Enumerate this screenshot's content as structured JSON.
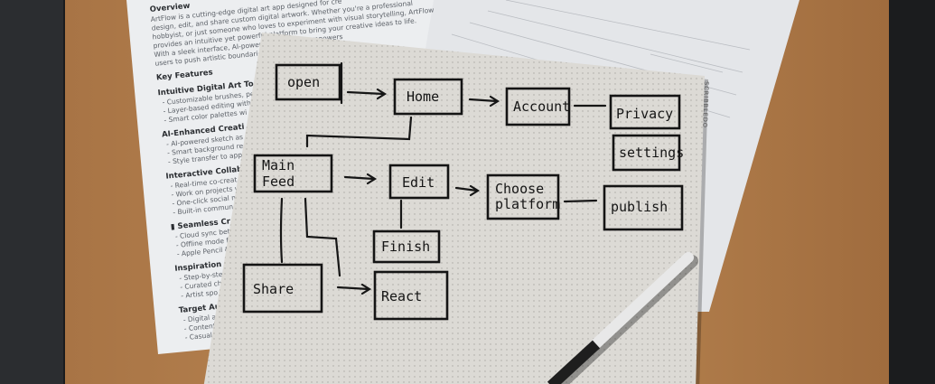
{
  "document": {
    "lines": [
      {
        "text": "Overview",
        "style": "h"
      },
      {
        "text": "ArtFlow is a cutting-edge digital art app designed for cre",
        "style": "p"
      },
      {
        "text": "design, edit, and share custom digital artwork. Whether you're a professional",
        "style": "p"
      },
      {
        "text": "hobbyist, or just someone who loves to experiment with visual storytelling, ArtFlow",
        "style": "p"
      },
      {
        "text": "provides an intuitive yet powerful platform to bring your creative ideas to life.",
        "style": "p"
      },
      {
        "text": "With a sleek interface, AI-powere                              ce, ArtFlow empowers",
        "style": "p"
      },
      {
        "text": "users to push artistic boundarie",
        "style": "p"
      },
      {
        "text": "Key Features",
        "style": "h"
      },
      {
        "text": "Intuitive Digital Art To",
        "style": "h"
      },
      {
        "text": "-  Customizable brushes, pe",
        "style": "p"
      },
      {
        "text": "-  Layer-based editing with",
        "style": "p"
      },
      {
        "text": "-  Smart color palettes wi",
        "style": "p"
      },
      {
        "text": "AI-Enhanced Creati",
        "style": "h"
      },
      {
        "text": "-  AI-powered sketch as",
        "style": "p"
      },
      {
        "text": "-  Smart background re",
        "style": "p"
      },
      {
        "text": "-  Style transfer to app",
        "style": "p"
      },
      {
        "text": "Interactive Collab",
        "style": "h"
      },
      {
        "text": "-  Real-time co-creat",
        "style": "p"
      },
      {
        "text": "-  Work on projects w",
        "style": "p"
      },
      {
        "text": "-  One-click social m",
        "style": "p"
      },
      {
        "text": "-  Built-in commun",
        "style": "p"
      },
      {
        "text": "▮ Seamless Cr",
        "style": "h"
      },
      {
        "text": "-  Cloud sync betw",
        "style": "p"
      },
      {
        "text": "-  Offline mode f",
        "style": "p"
      },
      {
        "text": "-  Apple Pencil &",
        "style": "p"
      },
      {
        "text": "Inspiration",
        "style": "h"
      },
      {
        "text": "-  Step-by-ste",
        "style": "p"
      },
      {
        "text": "-  Curated ch",
        "style": "p"
      },
      {
        "text": "-  Artist spo",
        "style": "p"
      },
      {
        "text": "Target Au",
        "style": "h"
      },
      {
        "text": "-  Digital a",
        "style": "p"
      },
      {
        "text": "-  Content",
        "style": "p"
      },
      {
        "text": "-  Casual",
        "style": "p"
      }
    ]
  },
  "notebook": {
    "brand": "SCRIBBLEDO",
    "flowchart": {
      "open": "open",
      "home": "Home",
      "account": "Account",
      "privacy": "Privacy",
      "settings": "settings",
      "main_feed_1": "Main",
      "main_feed_2": "Feed",
      "edit": "Edit",
      "choose_1": "Choose",
      "choose_2": "platform",
      "publish": "publish",
      "finish": "Finish",
      "share": "Share",
      "react": "React"
    }
  },
  "colors": {
    "wood": "#b4804c",
    "paper": "#e9eaec",
    "notebook": "#dcdad5",
    "ink": "#141414",
    "pen": "#e6e6e6"
  }
}
